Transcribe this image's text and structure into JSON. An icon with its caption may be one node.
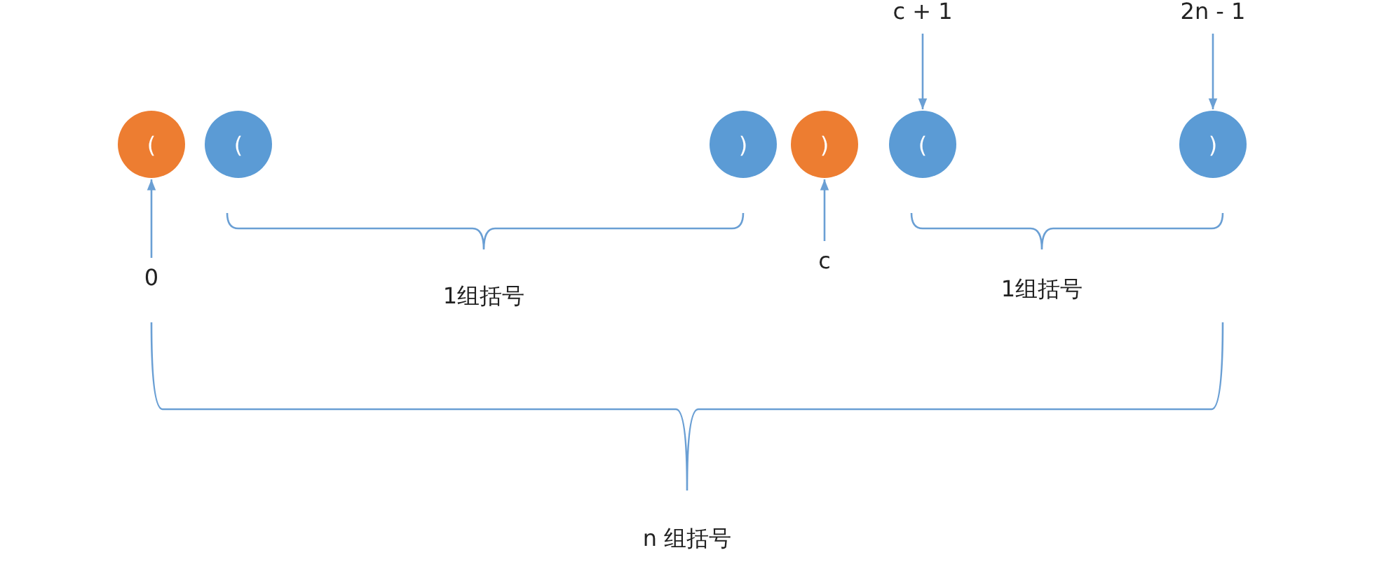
{
  "diagram": {
    "nodes": [
      {
        "text": [
          "("
        ]
      },
      {
        "text": [
          "("
        ]
      },
      {
        "text": [
          ")"
        ]
      },
      {
        "text": [
          ")"
        ]
      },
      {
        "text": [
          "("
        ]
      },
      {
        "text": [
          ")"
        ]
      },
      {
        "text": [
          "0"
        ]
      },
      {
        "text": [
          "c"
        ]
      },
      {
        "text": [
          "c + 1"
        ]
      },
      {
        "text": [
          "2n - 1"
        ]
      }
    ],
    "edges": [
      {
        "from": 6,
        "to": 0,
        "arrow": "to"
      },
      {
        "from": 7,
        "to": 3,
        "arrow": "to"
      },
      {
        "from": 8,
        "to": 4,
        "arrow": "to"
      },
      {
        "from": 9,
        "to": 5,
        "arrow": "to"
      }
    ],
    "labels": [
      "1组括号",
      "1组括号",
      "n 组括号"
    ]
  }
}
